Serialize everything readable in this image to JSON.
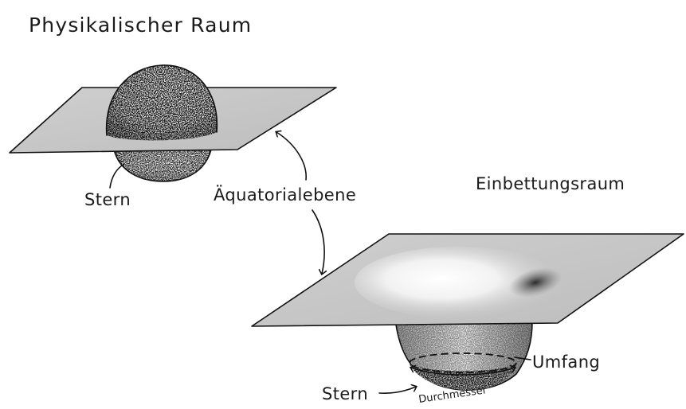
{
  "labels": {
    "physical_space": "Physikalischer Raum",
    "embedding_space": "Einbettungsraum",
    "equatorial_plane": "Äquatorialebene",
    "star_top": "Stern",
    "star_bottom": "Stern",
    "circumference": "Umfang",
    "diameter": "Durchmesser"
  }
}
